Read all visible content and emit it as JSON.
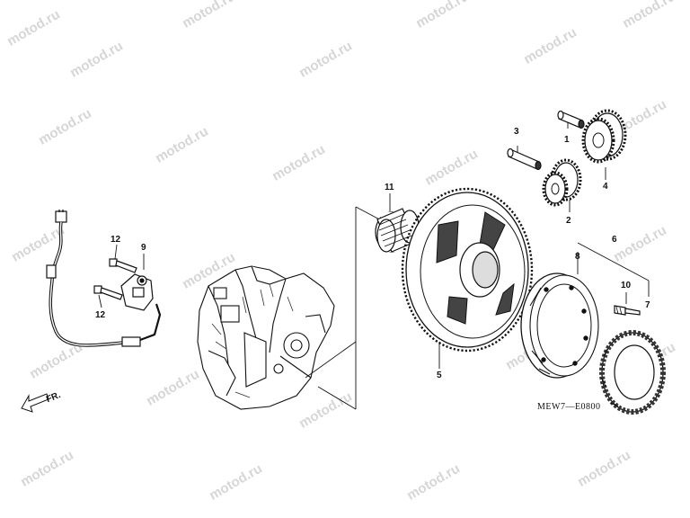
{
  "watermark": "motod.ru",
  "diagram_code": "MEW7—E0800",
  "front_marker": "FR.",
  "callouts": [
    {
      "id": "c1",
      "label": "1"
    },
    {
      "id": "c2",
      "label": "2"
    },
    {
      "id": "c3",
      "label": "3"
    },
    {
      "id": "c4",
      "label": "4"
    },
    {
      "id": "c5",
      "label": "5"
    },
    {
      "id": "c6",
      "label": "6"
    },
    {
      "id": "c7",
      "label": "7"
    },
    {
      "id": "c8",
      "label": "8"
    },
    {
      "id": "c9",
      "label": "9"
    },
    {
      "id": "c10",
      "label": "10"
    },
    {
      "id": "c11",
      "label": "11"
    },
    {
      "id": "c12a",
      "label": "12"
    },
    {
      "id": "c12b",
      "label": "12"
    }
  ],
  "colors": {
    "line": "#111111",
    "fill": "#ffffff",
    "shade": "#555555",
    "watermark": "#d6d6d6"
  }
}
